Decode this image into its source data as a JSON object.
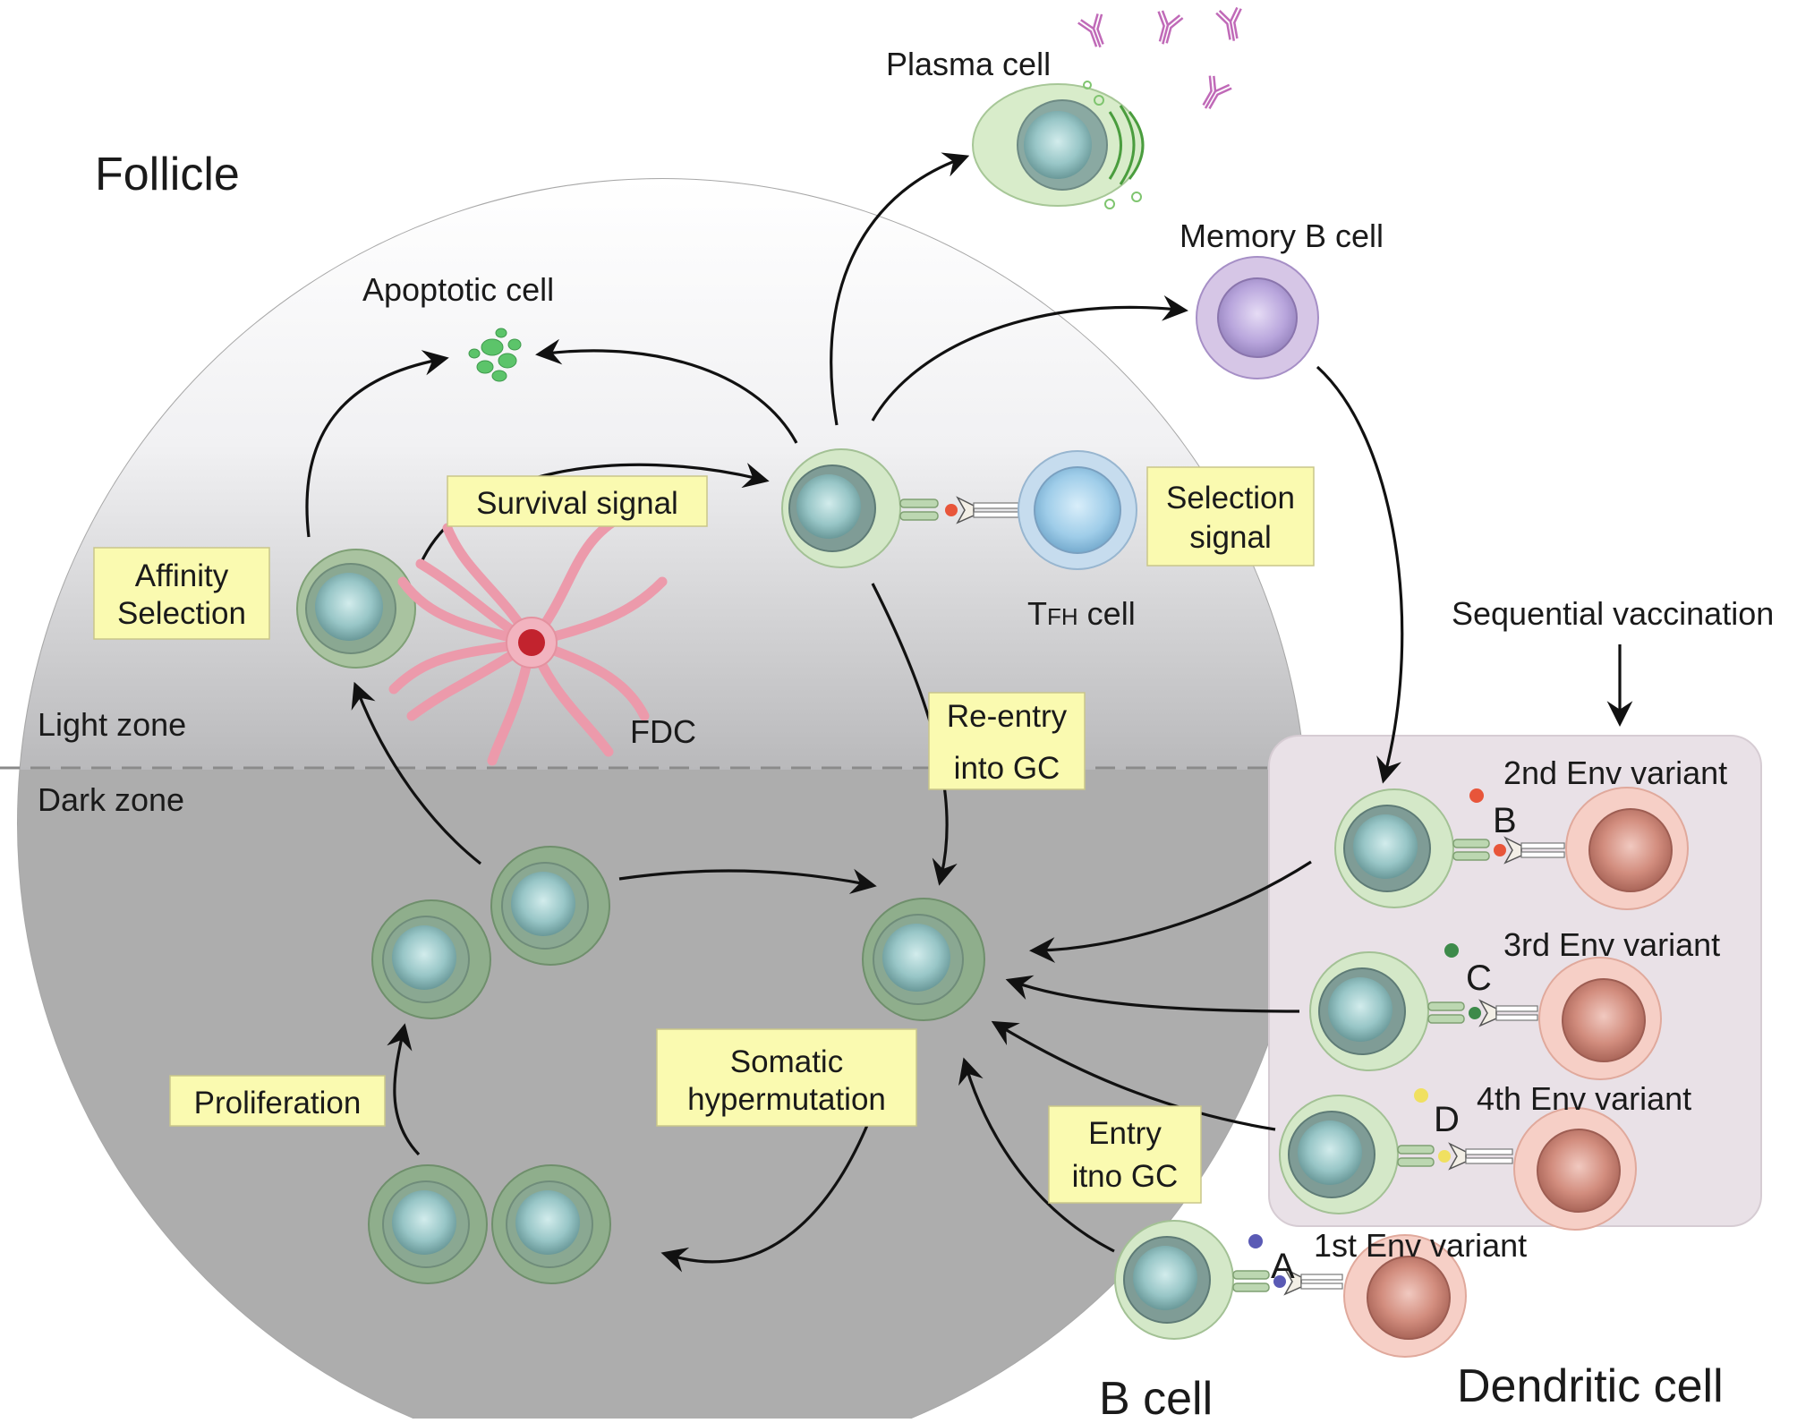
{
  "regions": {
    "follicle": "Follicle",
    "light_zone": "Light zone",
    "dark_zone": "Dark zone"
  },
  "cells": {
    "plasma": "Plasma cell",
    "memory": "Memory B cell",
    "apoptotic": "Apoptotic cell",
    "tfh_main": "T",
    "tfh_sub": "FH",
    "tfh_rest": " cell",
    "fdc": "FDC",
    "b_cell": "B cell",
    "dendritic": "Dendritic cell"
  },
  "boxes": {
    "survival": "Survival signal",
    "affinity_1": "Affinity",
    "affinity_2": "Selection",
    "selection_1": "Selection",
    "selection_2": "signal",
    "reentry_1": "Re-entry",
    "reentry_2": "into GC",
    "somatic_1": "Somatic",
    "somatic_2": "hypermutation",
    "proliferation": "Proliferation",
    "entry_1": "Entry",
    "entry_2": "itno GC"
  },
  "vaccination": {
    "title": "Sequential vaccination",
    "variants": [
      {
        "letter": "A",
        "label": "1st Env variant",
        "color": "#5a5ab5"
      },
      {
        "letter": "B",
        "label": "2nd Env variant",
        "color": "#e8553a"
      },
      {
        "letter": "C",
        "label": "3rd Env variant",
        "color": "#3d8a4a"
      },
      {
        "letter": "D",
        "label": "4th Env variant",
        "color": "#f0e060"
      }
    ]
  },
  "colors": {
    "label_box": "#fafab0",
    "b_cell_green": "#cfe6c4",
    "gc_cell_green": "#8fae8c",
    "nucleus": "#9fd3d6",
    "dendritic_pink": "#f6c9bf",
    "dendritic_nucleus": "#c07a6c",
    "tfh_blue": "#bcd6ea",
    "memory_purple": "#c8b6dc",
    "fdc_pink": "#f0a6b4",
    "antibody_purple": "#c06ab8"
  }
}
